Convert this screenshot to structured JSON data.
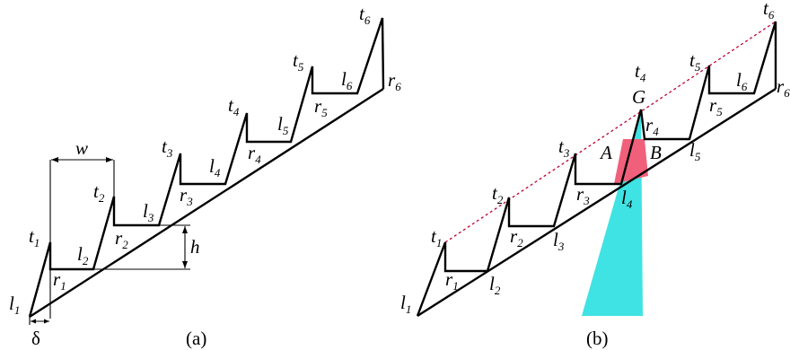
{
  "panel_a": {
    "caption": "(a)",
    "labels": {
      "l1": {
        "base": "l",
        "sub": "1"
      },
      "l2": {
        "base": "l",
        "sub": "2"
      },
      "l3": {
        "base": "l",
        "sub": "3"
      },
      "l4": {
        "base": "l",
        "sub": "4"
      },
      "l5": {
        "base": "l",
        "sub": "5"
      },
      "l6": {
        "base": "l",
        "sub": "6"
      },
      "r1": {
        "base": "r",
        "sub": "1"
      },
      "r2": {
        "base": "r",
        "sub": "2"
      },
      "r3": {
        "base": "r",
        "sub": "3"
      },
      "r4": {
        "base": "r",
        "sub": "4"
      },
      "r5": {
        "base": "r",
        "sub": "5"
      },
      "r6": {
        "base": "r",
        "sub": "6"
      },
      "t1": {
        "base": "t",
        "sub": "1"
      },
      "t2": {
        "base": "t",
        "sub": "2"
      },
      "t3": {
        "base": "t",
        "sub": "3"
      },
      "t4": {
        "base": "t",
        "sub": "4"
      },
      "t5": {
        "base": "t",
        "sub": "5"
      },
      "t6": {
        "base": "t",
        "sub": "6"
      }
    },
    "w_label": "w",
    "h_label": "h",
    "delta_label": "δ"
  },
  "panel_b": {
    "caption": "(b)",
    "labels": {
      "l1": {
        "base": "l",
        "sub": "1"
      },
      "l2": {
        "base": "l",
        "sub": "2"
      },
      "l3": {
        "base": "l",
        "sub": "3"
      },
      "l4": {
        "base": "l",
        "sub": "4"
      },
      "l5": {
        "base": "l",
        "sub": "5"
      },
      "l6": {
        "base": "l",
        "sub": "6"
      },
      "r1": {
        "base": "r",
        "sub": "1"
      },
      "r2": {
        "base": "r",
        "sub": "2"
      },
      "r3": {
        "base": "r",
        "sub": "3"
      },
      "r4": {
        "base": "r",
        "sub": "4"
      },
      "r5": {
        "base": "r",
        "sub": "5"
      },
      "r6": {
        "base": "r",
        "sub": "6"
      },
      "t1": {
        "base": "t",
        "sub": "1"
      },
      "t2": {
        "base": "t",
        "sub": "2"
      },
      "t3": {
        "base": "t",
        "sub": "3"
      },
      "t4": {
        "base": "t",
        "sub": "4"
      },
      "t5": {
        "base": "t",
        "sub": "5"
      },
      "t6": {
        "base": "t",
        "sub": "6"
      }
    },
    "G_label": "G",
    "A_label": "A",
    "B_label": "B"
  },
  "colors": {
    "line": "#000000",
    "dashed": "#c00030",
    "cone": "#3fe3e3",
    "highlight": "#f0607a"
  }
}
